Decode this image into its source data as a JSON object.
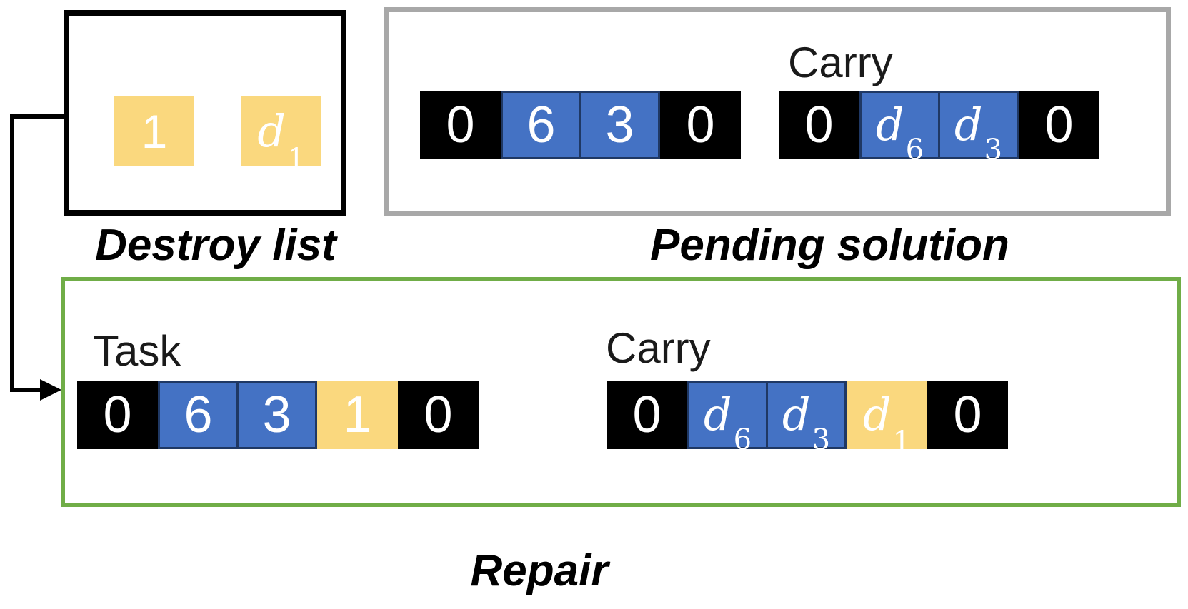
{
  "colors": {
    "cell_yellow": "#fad87e",
    "cell_blue": "#4472c4",
    "cell_blue_border": "#1f3864",
    "cell_black": "#000000",
    "cell_text": "#ffffff",
    "repair_border_green": "#70ad47",
    "pending_border_gray": "#a8a8a8",
    "destroy_border_black": "#000000",
    "arrow_black": "#000000"
  },
  "destroy_list": {
    "title": "Destroy list",
    "items": [
      {
        "text": "1",
        "sub": "",
        "color": "yellow",
        "math": false
      },
      {
        "text": "d",
        "sub": "1",
        "color": "yellow",
        "math": true
      }
    ]
  },
  "pending_solution": {
    "title": "Pending solution",
    "carry_label": "Carry",
    "task_row": [
      {
        "text": "0",
        "sub": "",
        "color": "black",
        "math": false
      },
      {
        "text": "6",
        "sub": "",
        "color": "blue",
        "math": false
      },
      {
        "text": "3",
        "sub": "",
        "color": "blue",
        "math": false
      },
      {
        "text": "0",
        "sub": "",
        "color": "black",
        "math": false
      }
    ],
    "carry_row": [
      {
        "text": "0",
        "sub": "",
        "color": "black",
        "math": false
      },
      {
        "text": "d",
        "sub": "6",
        "color": "blue",
        "math": true
      },
      {
        "text": "d",
        "sub": "3",
        "color": "blue",
        "math": true
      },
      {
        "text": "0",
        "sub": "",
        "color": "black",
        "math": false
      }
    ]
  },
  "repair": {
    "title": "Repair",
    "task_label": "Task",
    "carry_label": "Carry",
    "task_row": [
      {
        "text": "0",
        "sub": "",
        "color": "black",
        "math": false
      },
      {
        "text": "6",
        "sub": "",
        "color": "blue",
        "math": false
      },
      {
        "text": "3",
        "sub": "",
        "color": "blue",
        "math": false
      },
      {
        "text": "1",
        "sub": "",
        "color": "yellow",
        "math": false
      },
      {
        "text": "0",
        "sub": "",
        "color": "black",
        "math": false
      }
    ],
    "carry_row": [
      {
        "text": "0",
        "sub": "",
        "color": "black",
        "math": false
      },
      {
        "text": "d",
        "sub": "6",
        "color": "blue",
        "math": true
      },
      {
        "text": "d",
        "sub": "3",
        "color": "blue",
        "math": true
      },
      {
        "text": "d",
        "sub": "1",
        "color": "yellow",
        "math": true
      },
      {
        "text": "0",
        "sub": "",
        "color": "black",
        "math": false
      }
    ]
  }
}
